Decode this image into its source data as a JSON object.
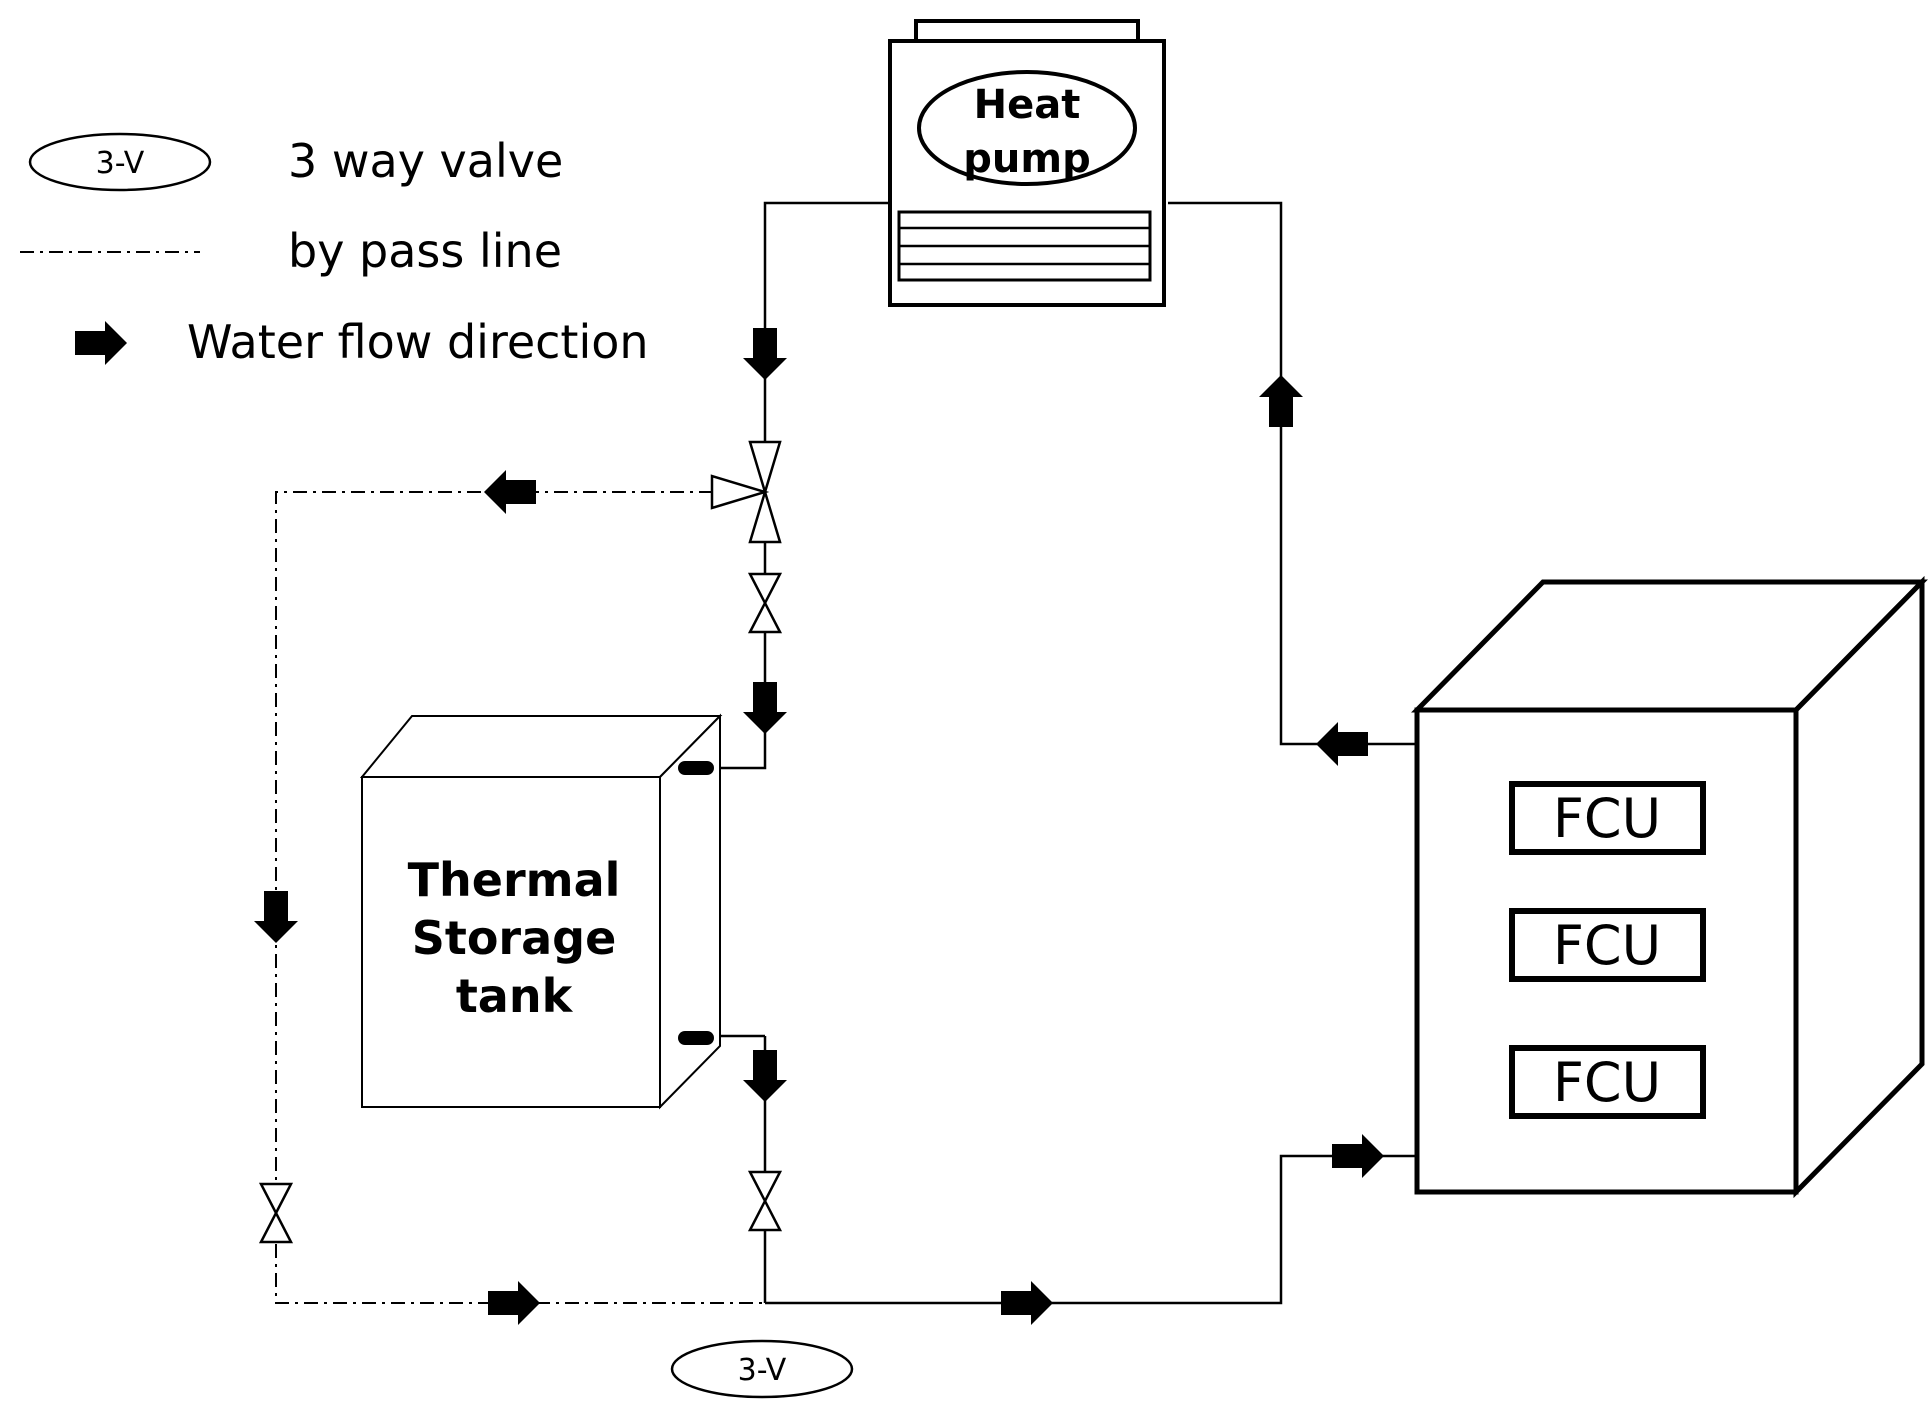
{
  "legend": {
    "three_way_valve_symbol": "3-V",
    "three_way_valve_label": "3 way valve",
    "bypass_label": "by pass line",
    "flow_label": "Water flow direction"
  },
  "heat_pump": {
    "line1": "Heat",
    "line2": "pump"
  },
  "tank": {
    "line1": "Thermal",
    "line2": "Storage",
    "line3": "tank"
  },
  "fcu": {
    "units": [
      "FCU",
      "FCU",
      "FCU"
    ]
  },
  "bottom_valve": {
    "symbol": "3-V"
  },
  "colors": {
    "line": "#000000",
    "background": "#ffffff"
  },
  "icons": {
    "arrow": "flow-arrow-icon",
    "gate_valve": "gate-valve-icon",
    "three_way_valve": "three-way-valve-icon"
  }
}
